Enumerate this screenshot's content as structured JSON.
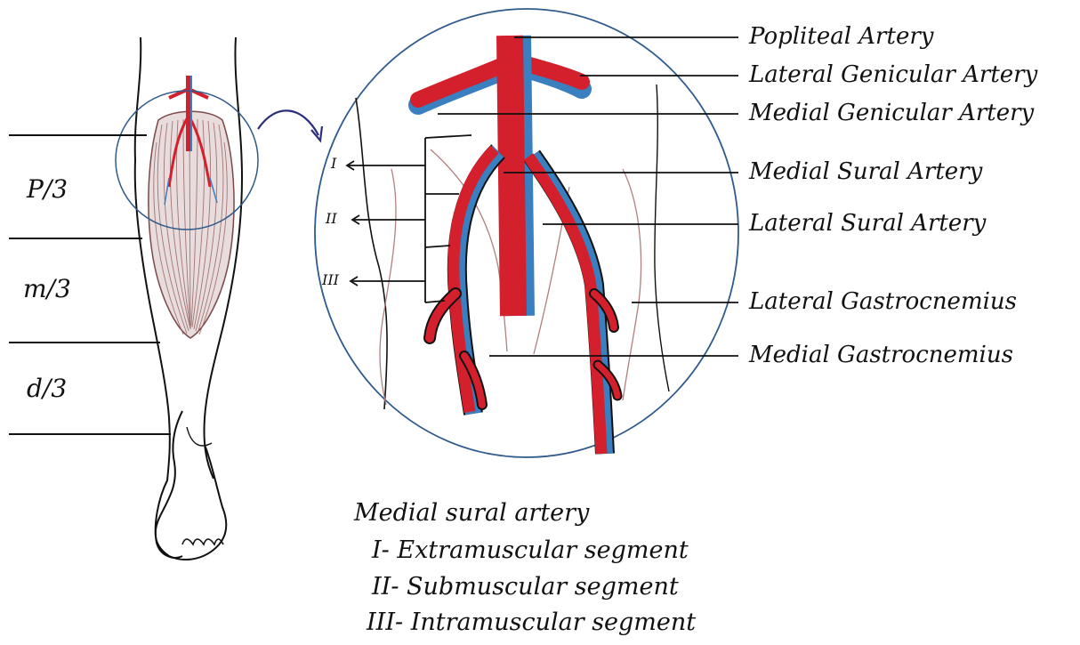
{
  "labels": {
    "popliteal": "Popliteal Artery",
    "lateral_genicular": "Lateral Genicular Artery",
    "medial_genicular": "Medial Genicular Artery",
    "medial_sural": "Medial Sural Artery",
    "lateral_sural": "Lateral Sural Artery",
    "lateral_gastrocnemius": "Lateral Gastrocnemius",
    "medial_gastrocnemius": "Medial Gastrocnemius"
  },
  "thirds": {
    "proximal": "P/3",
    "middle": "m/3",
    "distal": "d/3"
  },
  "segments": {
    "one": "I",
    "two": "II",
    "three": "III"
  },
  "legend": {
    "title": "Medial sural artery",
    "item1": "I- Extramuscular segment",
    "item2": "II- Submuscular segment",
    "item3": "III- Intramuscular segment"
  },
  "colors": {
    "artery": "#d3202c",
    "vein": "#3a7fbf",
    "circle": "#2f5a8c",
    "arrow": "#2b2f7a",
    "muscle": "#9a6a6a"
  }
}
